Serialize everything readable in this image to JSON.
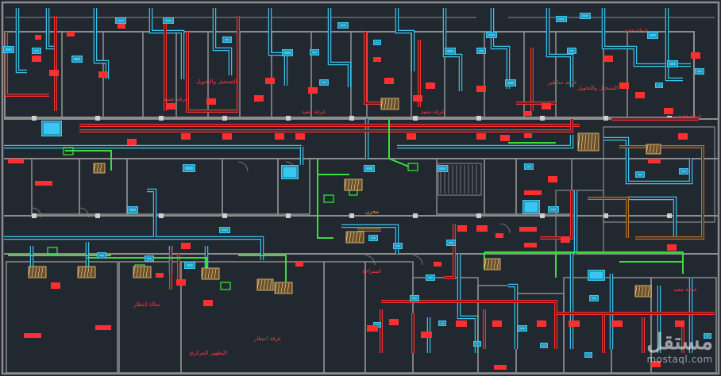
{
  "drawing": {
    "room_labels": [
      "غرفة عميد",
      "التسجيل والتحويل",
      "غرفة مناظير",
      "التسجيل والتحويل",
      "غرفة معيد",
      "غرفة معيد",
      "غرفة معيد",
      "غرفة معيد",
      "غرفة معيد",
      "مخزن",
      "استراحة",
      "صالة انتظار",
      "التطهير المركزي",
      "غرفة انتظار"
    ],
    "colors": {
      "background": "#212830",
      "wall": "#8d8d8d",
      "supply_duct": "#39c6f0",
      "return_duct": "#ff2f2f",
      "exhaust_duct": "#3cdc3c",
      "fresh_air_duct": "#c0701f"
    }
  },
  "watermark": {
    "arabic": "مستقل",
    "url": "mostaql.com"
  }
}
